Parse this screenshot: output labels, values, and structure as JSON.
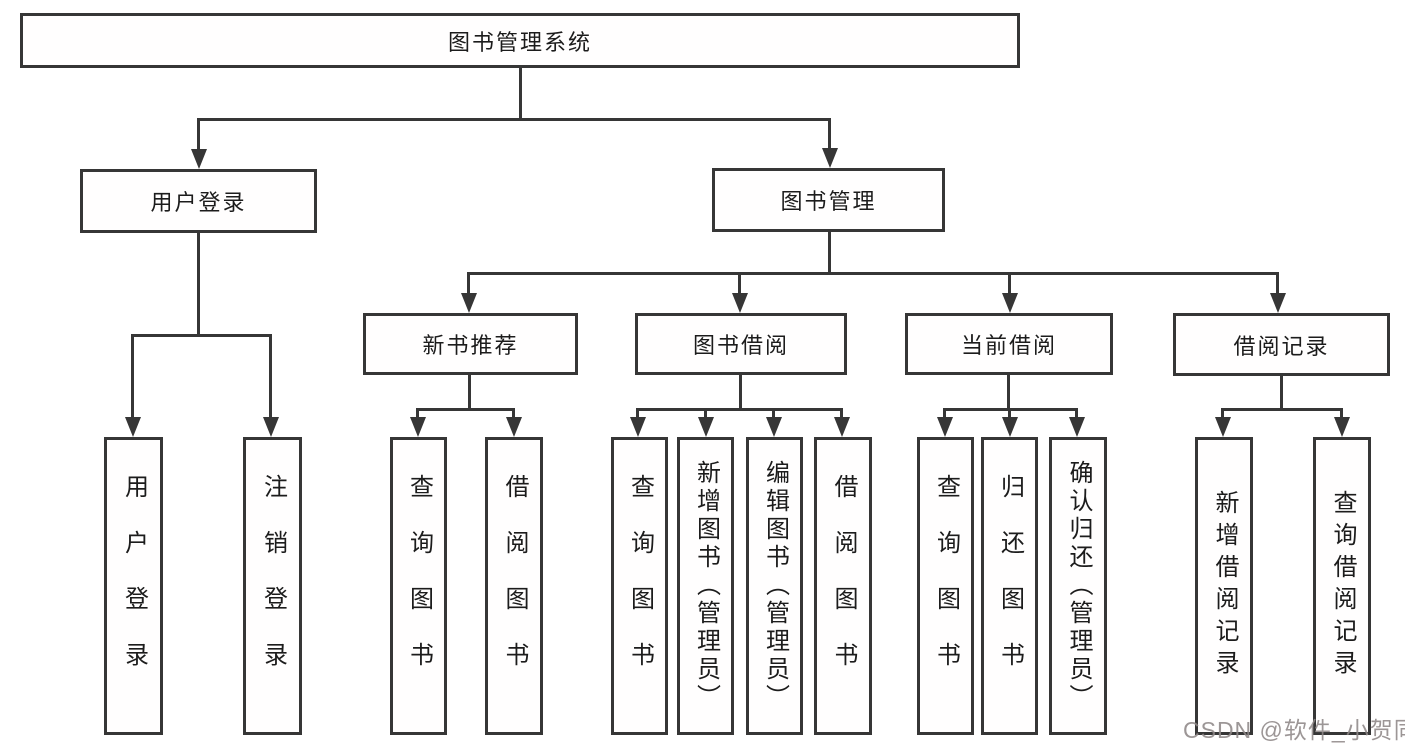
{
  "diagram": {
    "root": {
      "label": "图书管理系统"
    },
    "level2": [
      {
        "label": "用户登录"
      },
      {
        "label": "图书管理"
      }
    ],
    "level3": [
      {
        "label": "新书推荐"
      },
      {
        "label": "图书借阅"
      },
      {
        "label": "当前借阅"
      },
      {
        "label": "借阅记录"
      }
    ],
    "leaves": {
      "user_login": [
        "用户登录",
        "注销登录"
      ],
      "new_books": [
        "查询图书",
        "借阅图书"
      ],
      "book_borrow": [
        "查询图书",
        "新增图书（管理员）",
        "编辑图书（管理员）",
        "借阅图书"
      ],
      "current_borrow": [
        "查询图书",
        "归还图书",
        "确认归还（管理员）"
      ],
      "borrow_records": [
        "新增借阅记录",
        "查询借阅记录"
      ]
    },
    "colors": {
      "line": "#363636",
      "text": "#1c1c1c",
      "background": "#ffffff",
      "watermark": "#8e8888"
    }
  },
  "watermark": {
    "text": "CSDN @软件_小贺同学"
  }
}
